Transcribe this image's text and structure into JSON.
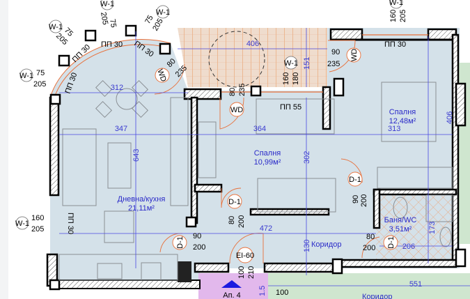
{
  "colors": {
    "interior": "#d4e1e9",
    "balcony": "#efdccd",
    "stair": "#e2b8ec",
    "corridor_common": "#cfe6cf",
    "dimension": "#3a3ad0",
    "door": "#e8703a",
    "wall": "#000000"
  },
  "rooms": {
    "living": {
      "name": "Дневна/кухня",
      "area": "21,11м²"
    },
    "bedroom_small": {
      "name": "Спалня",
      "area": "10,99м²"
    },
    "bedroom_large": {
      "name": "Спалня",
      "area": "12,48м²"
    },
    "bath": {
      "name": "Баня/WC",
      "area": "3,51м²"
    },
    "corridor": {
      "name": "Коридор"
    },
    "corridor_common": {
      "name": "Коридор"
    },
    "apartment": {
      "name": "Ап. 4"
    }
  },
  "window_tag": "W-1",
  "door_tags": {
    "d1": "D-1",
    "wd": "WD",
    "ei": "EI-60"
  },
  "sill_labels": {
    "pp30": "ПП 30",
    "pp55": "ПП 55"
  },
  "window_dims": {
    "w75": "75",
    "w205": "205",
    "w160": "160",
    "w180": "180"
  },
  "door_dims": {
    "d80": "80",
    "d90": "90",
    "d100": "100",
    "d200": "200",
    "d210": "210",
    "d235": "235"
  },
  "dimensions": {
    "living_width_top": "312",
    "living_width": "347",
    "living_height": "643",
    "bedroom_small_width": "364",
    "bedroom_small_height": "302",
    "balcony_width": "406",
    "balcony_depth": "151",
    "bedroom_large_width": "313",
    "bedroom_large_height": "406",
    "corridor_length": "472",
    "corridor_width": "130",
    "bath_width": "206",
    "bath_height": "173",
    "common_corridor": "551",
    "stair_step": "1.5",
    "stair_door": "100"
  }
}
